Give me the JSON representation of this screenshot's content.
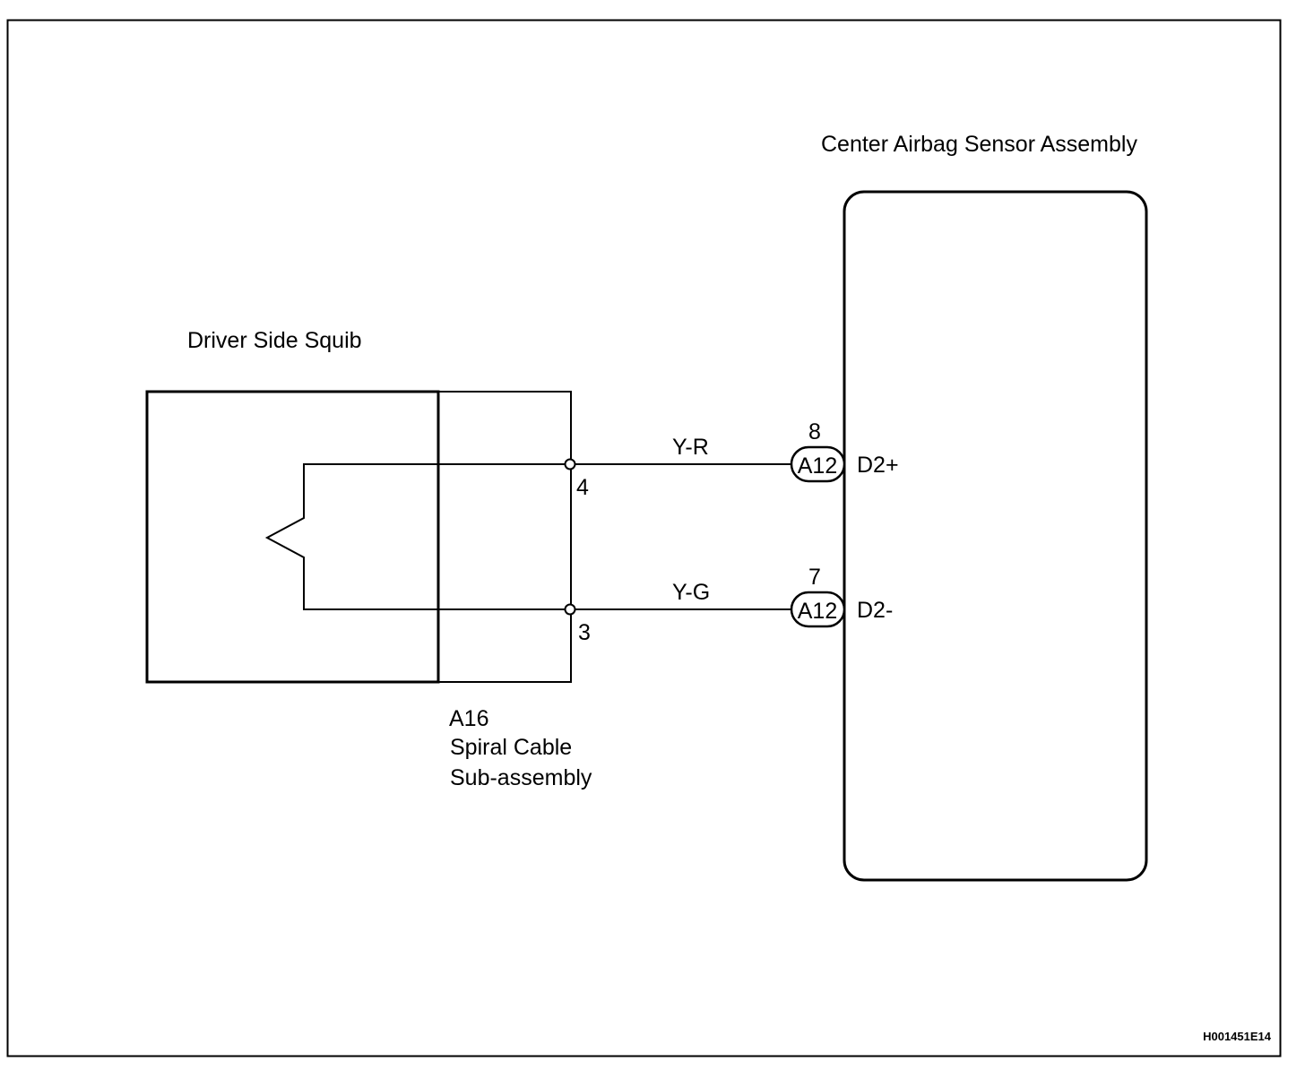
{
  "squib": {
    "label": "Driver Side Squib"
  },
  "spiral_cable": {
    "connector": "A16",
    "name_line1": "Spiral Cable",
    "name_line2": "Sub-assembly",
    "pin_top": "4",
    "pin_bottom": "3"
  },
  "sensor": {
    "label": "Center Airbag Sensor Assembly",
    "connector_top": "A12",
    "connector_bottom": "A12",
    "pin_top": "8",
    "pin_bottom": "7",
    "terminal_top": "D2+",
    "terminal_bottom": "D2-"
  },
  "wires": {
    "top": "Y-R",
    "bottom": "Y-G"
  },
  "figure_id": "H001451E14"
}
